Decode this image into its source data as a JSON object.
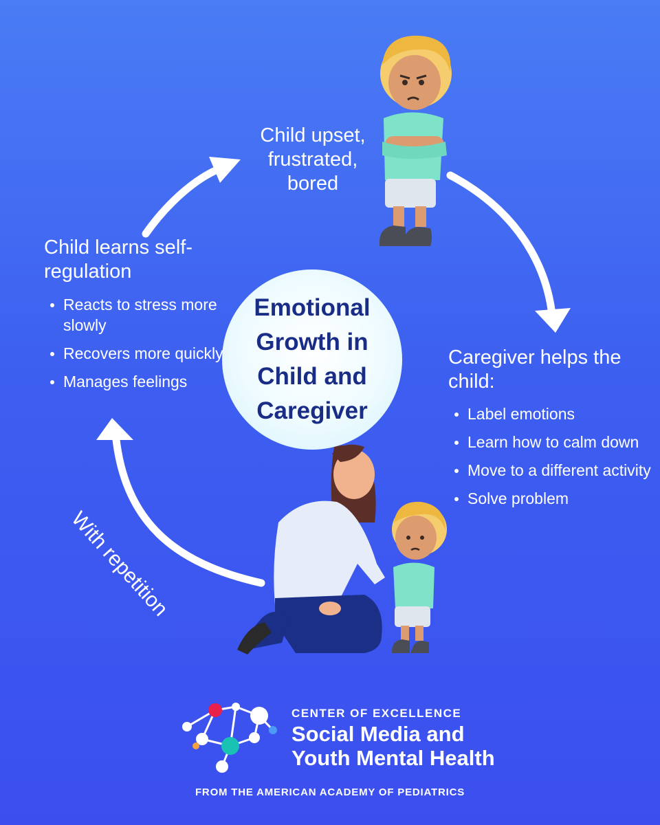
{
  "center": {
    "title": "Emotional Growth in Child and Caregiver"
  },
  "step_top": {
    "title": "Child upset, frustrated, bored"
  },
  "step_right": {
    "title": "Caregiver helps the child:",
    "bullets": [
      "Label emotions",
      "Learn how to calm down",
      "Move to a different activity",
      "Solve problem"
    ]
  },
  "step_left": {
    "title": "Child learns self-regulation",
    "bullets": [
      "Reacts to stress more slowly",
      "Recovers more quickly",
      "Manages feelings"
    ]
  },
  "arrow_label": "With repetition",
  "logo": {
    "line1": "CENTER OF EXCELLENCE",
    "line2": "Social Media and",
    "line3": "Youth Mental Health"
  },
  "footer": "FROM THE AMERICAN ACADEMY OF PEDIATRICS",
  "illustrations": [
    "upset-child-icon",
    "caregiver-icon",
    "comforted-child-icon",
    "network-logo-icon"
  ],
  "colors": {
    "background_top": "#4a7cf5",
    "background_bottom": "#3b4fef",
    "center_text": "#1a2d86",
    "logo_red": "#e8204a",
    "logo_teal": "#19c2b3",
    "logo_blue": "#4d9af5",
    "logo_orange": "#f4a23b"
  }
}
